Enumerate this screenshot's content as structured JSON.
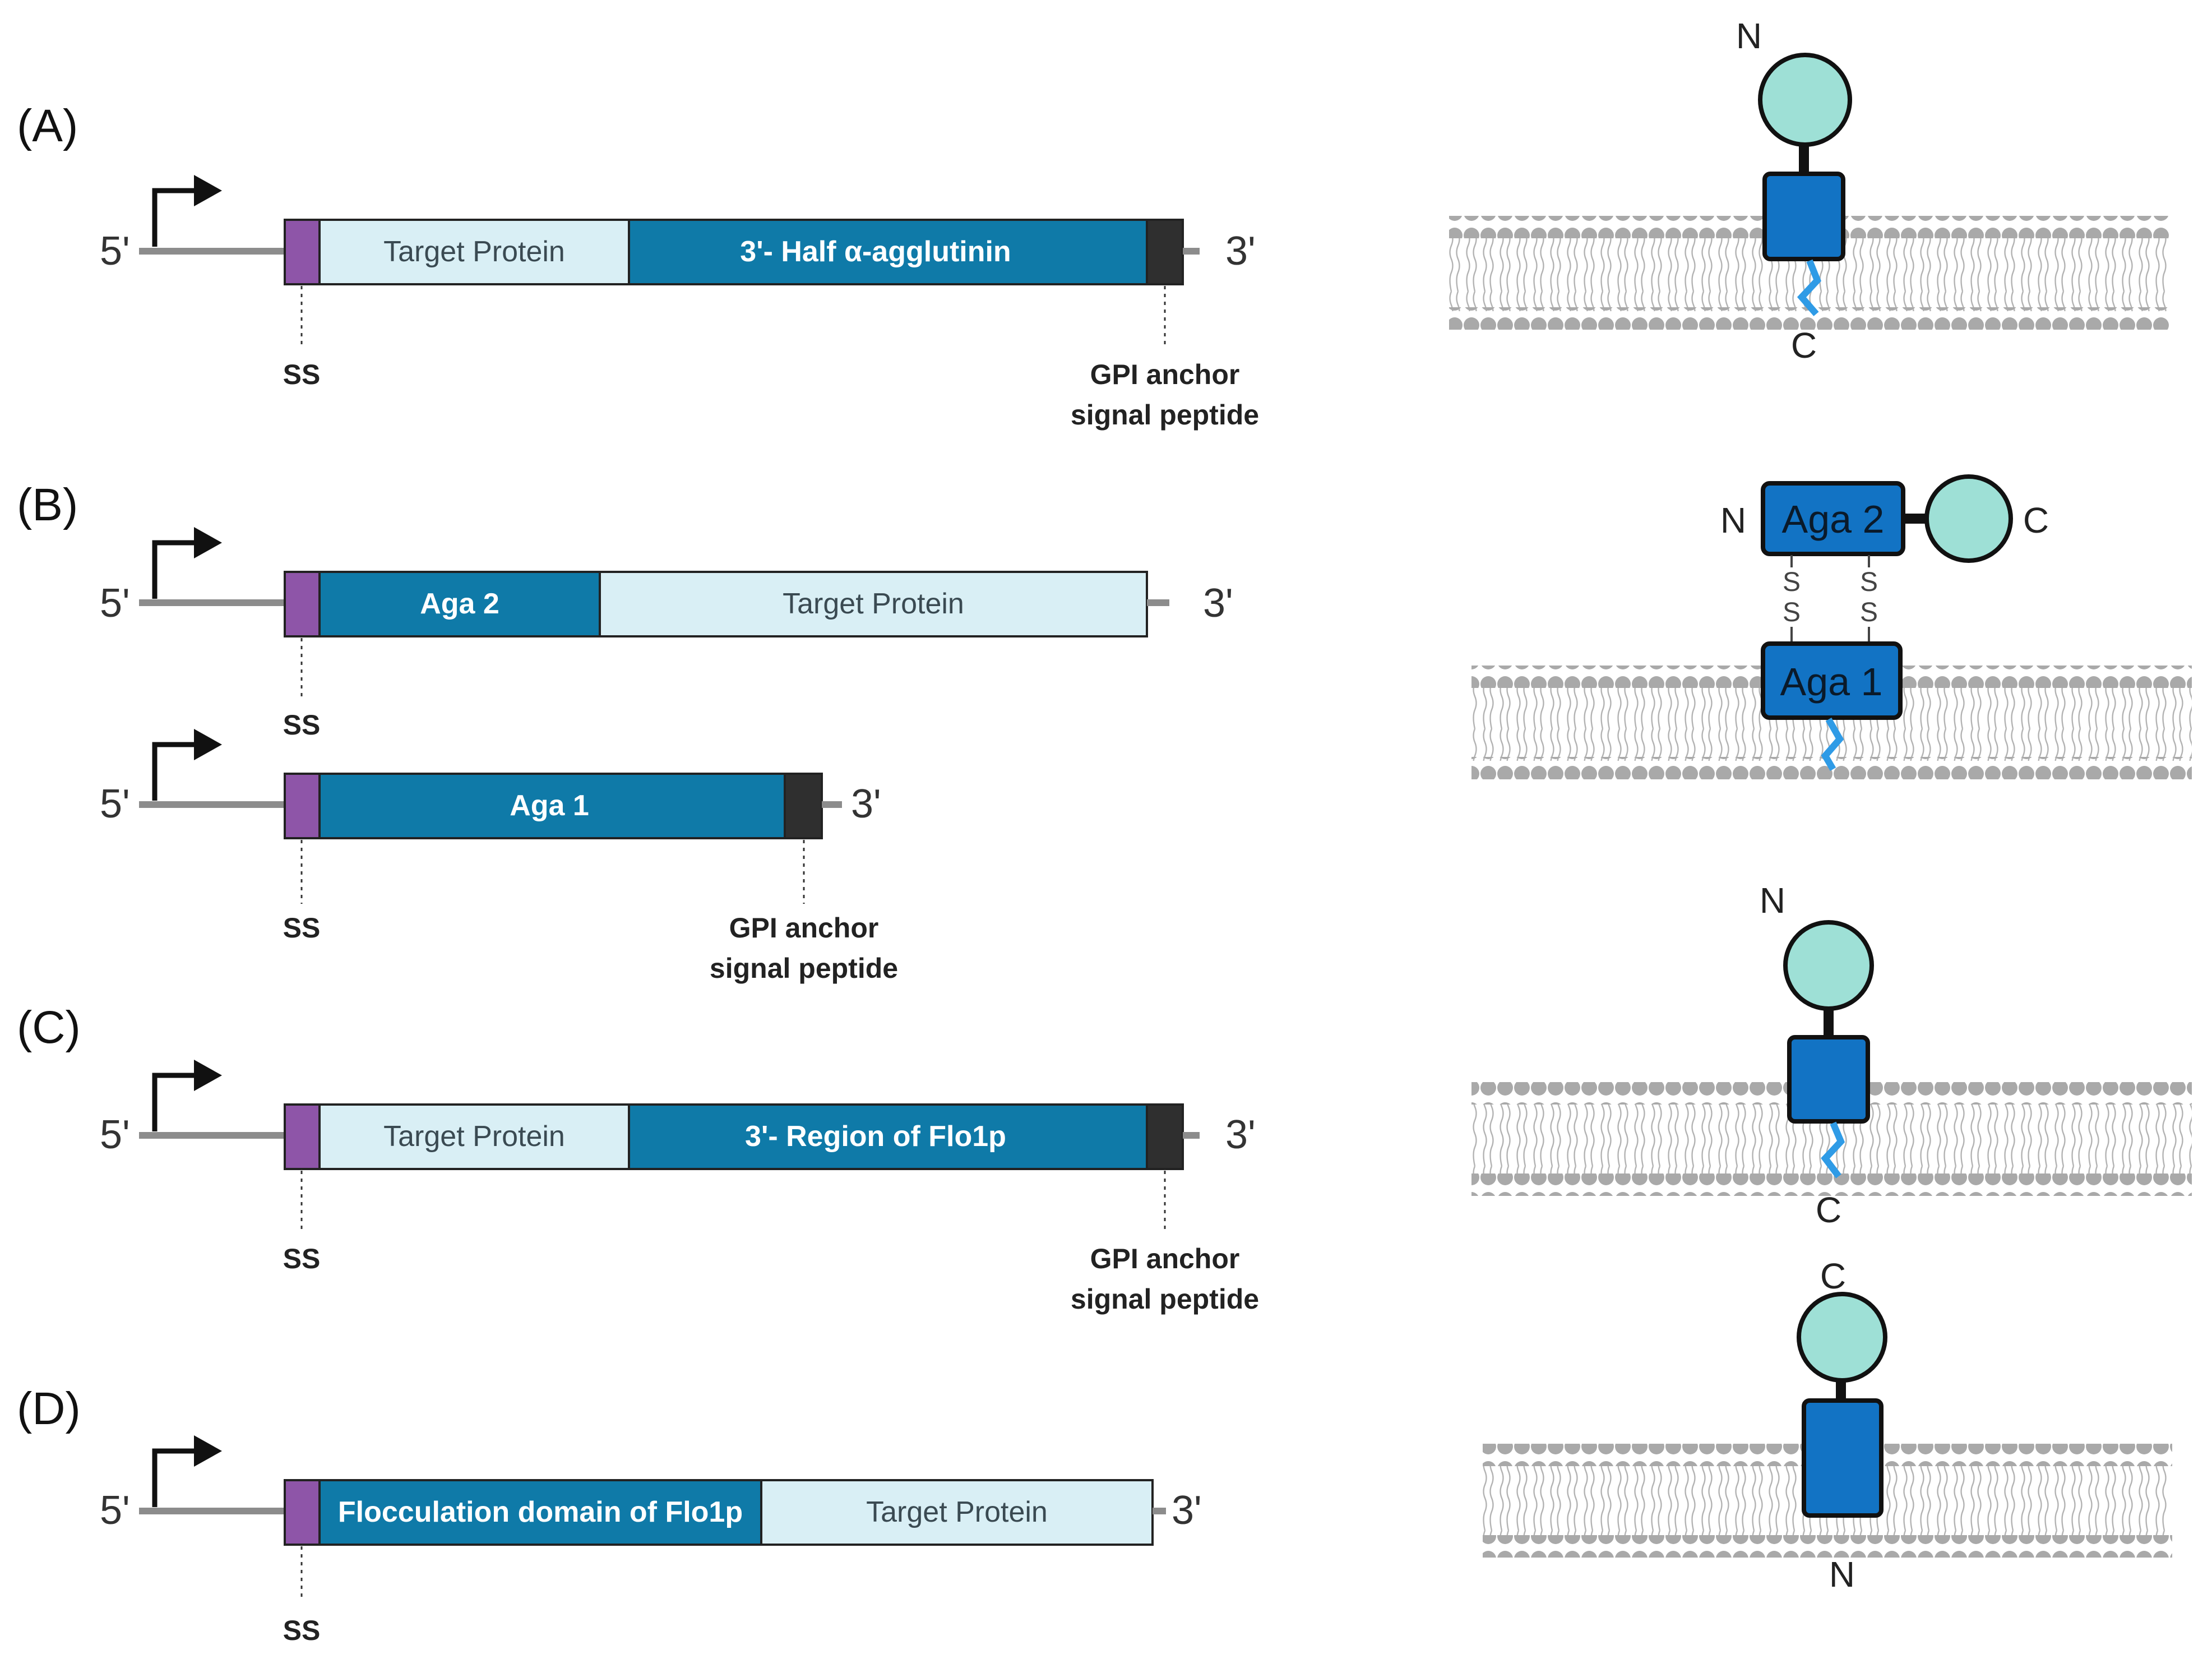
{
  "panels": [
    {
      "label": "(A)",
      "constructs": [
        {
          "five_prime": "5'",
          "three_prime": "3'",
          "segments": [
            {
              "text": "Target Protein"
            },
            {
              "text": "3'- Half α-agglutinin"
            }
          ],
          "annotations": [
            "SS",
            "GPI anchor",
            "signal peptide"
          ]
        }
      ],
      "membrane": {
        "n_label": "N",
        "c_label": "C"
      }
    },
    {
      "label": "(B)",
      "constructs": [
        {
          "five_prime": "5'",
          "three_prime": "3'",
          "segments": [
            {
              "text": "Aga 2"
            },
            {
              "text": "Target Protein"
            }
          ],
          "annotations": [
            "SS"
          ]
        },
        {
          "five_prime": "5'",
          "three_prime": "3'",
          "segments": [
            {
              "text": "Aga 1"
            }
          ],
          "annotations": [
            "SS",
            "GPI anchor",
            "signal peptide"
          ]
        }
      ],
      "membrane": {
        "n_label": "N",
        "c_label": "C",
        "aga2_label": "Aga 2",
        "aga1_label": "Aga 1",
        "disulfide_labels": [
          "S",
          "S",
          "S",
          "S"
        ]
      }
    },
    {
      "label": "(C)",
      "constructs": [
        {
          "five_prime": "5'",
          "three_prime": "3'",
          "segments": [
            {
              "text": "Target Protein"
            },
            {
              "text": "3'- Region of Flo1p"
            }
          ],
          "annotations": [
            "SS",
            "GPI anchor",
            "signal peptide"
          ]
        }
      ],
      "membrane": {
        "n_label": "N",
        "c_label": "C"
      }
    },
    {
      "label": "(D)",
      "constructs": [
        {
          "five_prime": "5'",
          "three_prime": "3'",
          "segments": [
            {
              "text": "Flocculation domain of Flo1p"
            },
            {
              "text": "Target Protein"
            }
          ],
          "annotations": [
            "SS"
          ]
        }
      ],
      "membrane": {
        "c_label": "C",
        "n_label": "N"
      }
    }
  ],
  "colors": {
    "ss_purple": "#8e55a8",
    "anchor_blue": "#0f7aa8",
    "target_light": "#d9eff5",
    "gpi_dark": "#2f2f2f",
    "protein_box": "#1273c4",
    "protein_ball": "#9ee0d6",
    "lipid_gray": "#a9a9a9",
    "gpi_link": "#2f9be6"
  }
}
